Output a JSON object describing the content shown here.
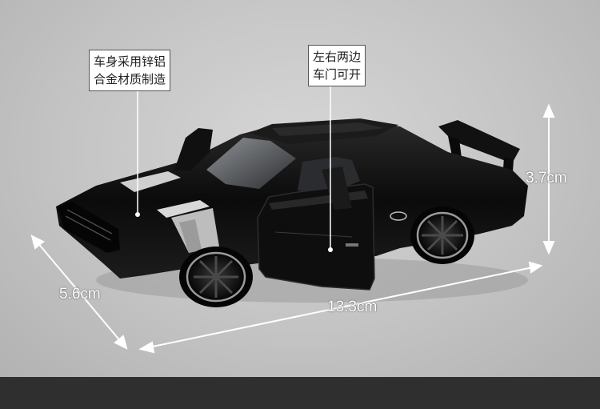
{
  "callouts": {
    "body_material": {
      "line1": "车身采用锌铝",
      "line2": "合金材质制造"
    },
    "doors": {
      "line1": "左右两边",
      "line2": "车门可开"
    }
  },
  "dimensions": {
    "height": "3.7cm",
    "width": "5.6cm",
    "length": "13.3cm"
  },
  "colors": {
    "car_body": "#0d0d0d",
    "stripe": "#d8d8d8",
    "background": "#c8c8c8",
    "bottom_bar": "#2f2f2f"
  }
}
